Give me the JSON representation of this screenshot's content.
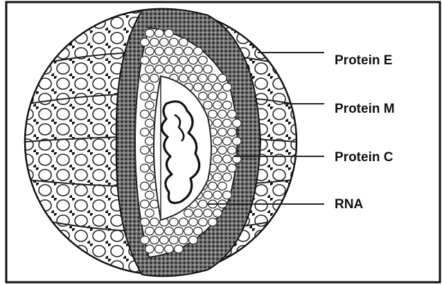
{
  "diagram": {
    "labels": {
      "protein_e": "Protein E",
      "protein_m": "Protein M",
      "protein_c": "Protein C",
      "rna": "RNA"
    }
  }
}
